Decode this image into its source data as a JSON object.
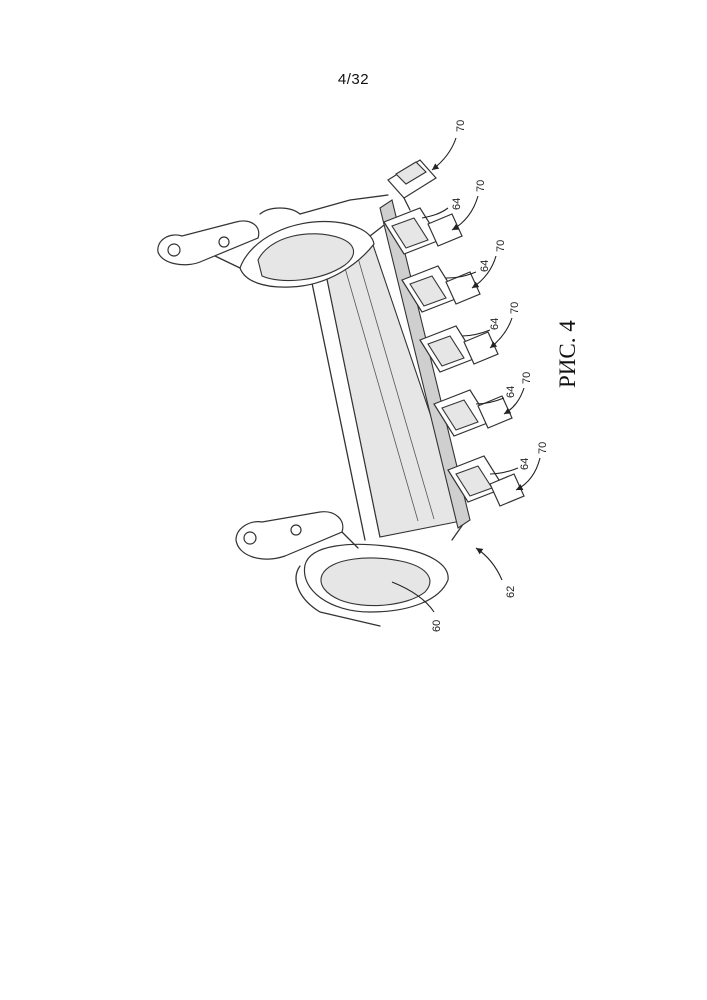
{
  "sheet": {
    "page_number": "4/32",
    "figure_caption": "РИС. 4"
  },
  "labels": {
    "ref_60": "60",
    "ref_62": "62",
    "ref_64": "64",
    "ref_70": "70"
  },
  "colors": {
    "line": "#333333",
    "shade": "#e6e6e6",
    "background": "#ffffff"
  }
}
